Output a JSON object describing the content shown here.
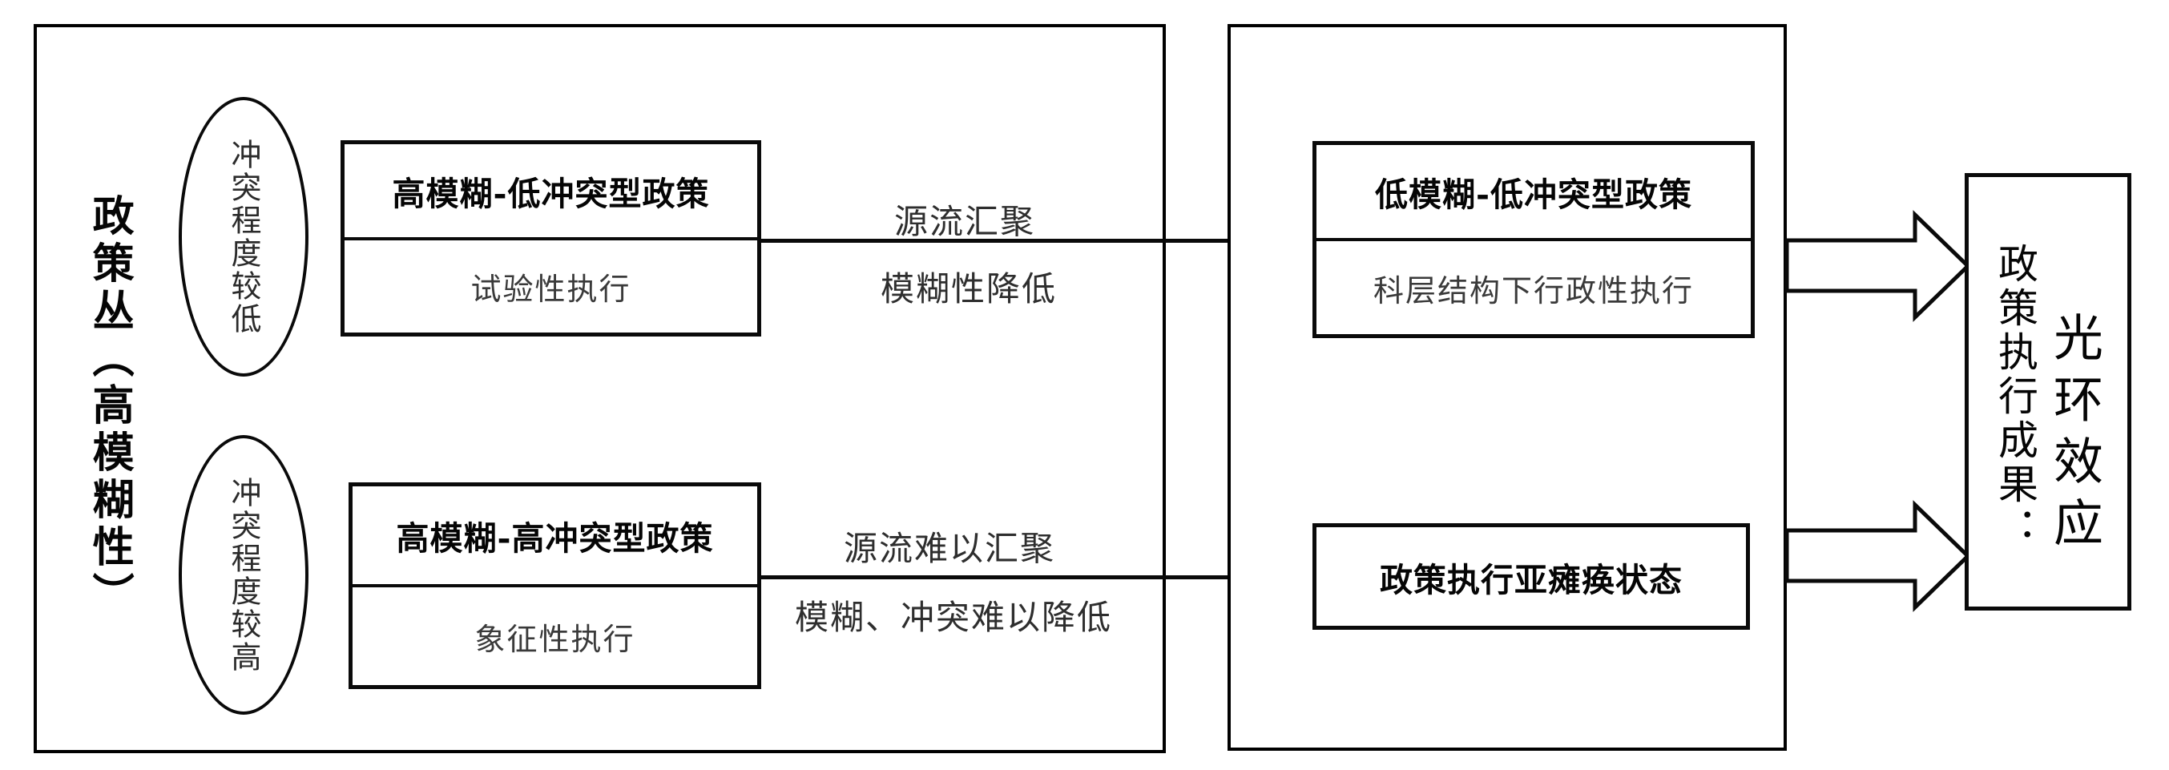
{
  "diagram": {
    "left_panel": {
      "axis_label": "政策丛（高模糊性）",
      "ellipses": [
        {
          "label": "冲突程度较低"
        },
        {
          "label": "冲突程度较高"
        }
      ],
      "boxes": [
        {
          "title": "高模糊-低冲突型政策",
          "subtitle": "试验性执行"
        },
        {
          "title": "高模糊-高冲突型政策",
          "subtitle": "象征性执行"
        }
      ]
    },
    "arrows": [
      {
        "label_top": "源流汇聚",
        "label_bottom": "模糊性降低"
      },
      {
        "label_top": "源流难以汇聚",
        "label_bottom": "模糊、冲突难以降低"
      }
    ],
    "middle_panel": {
      "boxes": [
        {
          "title": "低模糊-低冲突型政策",
          "subtitle": "科层结构下行政性执行"
        },
        {
          "title": "政策执行亚瘫痪状态"
        }
      ]
    },
    "right_panel": {
      "prefix": "政策执行成果：",
      "main": "光环效应"
    },
    "colors": {
      "line": "#0a0a0a",
      "secondary_text": "#3a3a3a",
      "background": "#ffffff"
    }
  }
}
